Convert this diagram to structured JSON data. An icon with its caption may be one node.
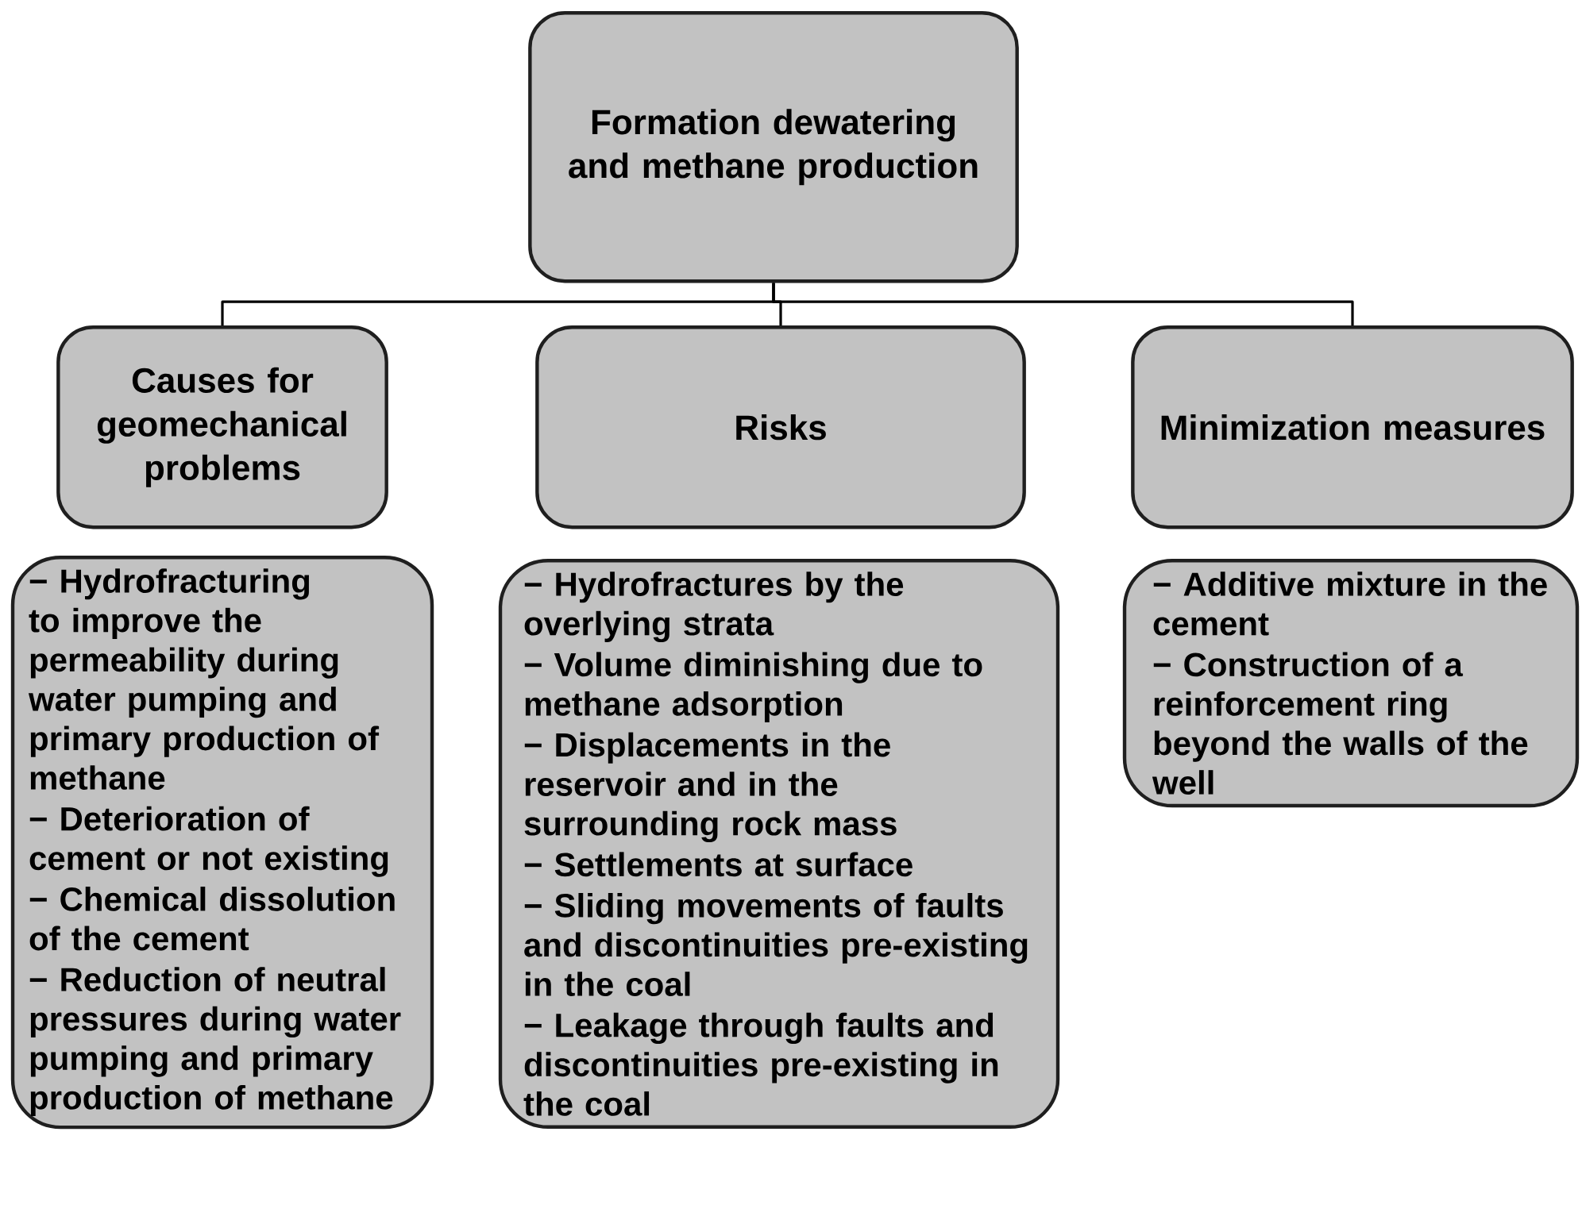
{
  "diagram": {
    "nodes": [
      {
        "text": [
          "Formation dewatering and methane production"
        ]
      },
      {
        "text": [
          "Causes for geomechanical problems"
        ]
      },
      {
        "text": [
          "Risks"
        ]
      },
      {
        "text": [
          "Minimization measures"
        ]
      },
      {
        "text": [
          "− Hydrofracturing to improve the permeability during water pumping and primary production of methane",
          "− Deterioration of cement or not existing",
          "− Chemical dissolution of the cement",
          "− Reduction of neutral pressures during water pumping and primary production of methane"
        ]
      },
      {
        "text": [
          "− Hydrofractures by the overlying strata",
          "− Volume diminishing due to methane adsorption",
          "− Displacements in the reservoir and in the surrounding rock mass",
          "− Settlements at surface",
          "− Sliding movements of faults and discontinuities pre-existing in the coal",
          "− Leakage through faults and discontinuities pre-existing in the coal"
        ]
      },
      {
        "text": [
          "− Additive mixture in the cement",
          "− Construction of a reinforcement ring beyond the walls of the well"
        ]
      }
    ],
    "edges": [
      {
        "from": 0,
        "to": 1,
        "arrow": "none"
      },
      {
        "from": 0,
        "to": 2,
        "arrow": "none"
      },
      {
        "from": 0,
        "to": 3,
        "arrow": "none"
      }
    ]
  }
}
